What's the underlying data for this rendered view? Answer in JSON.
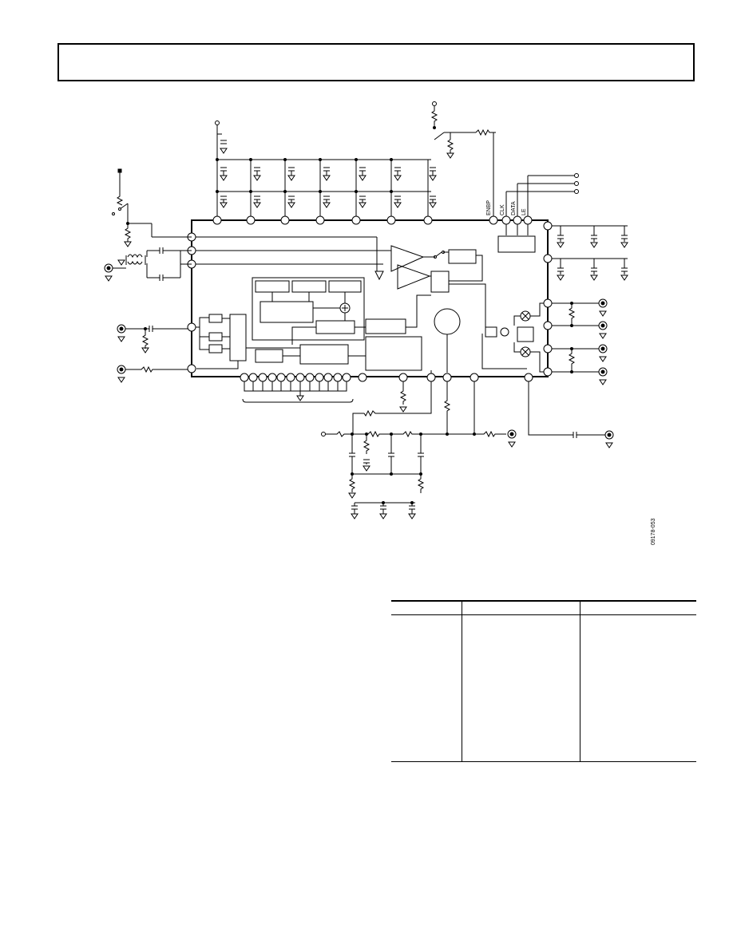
{
  "schematic": {
    "pin_labels": {
      "enbp": "ENBP",
      "clk": "CLK",
      "data": "DATA",
      "le": "LE"
    },
    "figure_code": "09178-053"
  },
  "table": {
    "columns": 3,
    "rows": []
  }
}
